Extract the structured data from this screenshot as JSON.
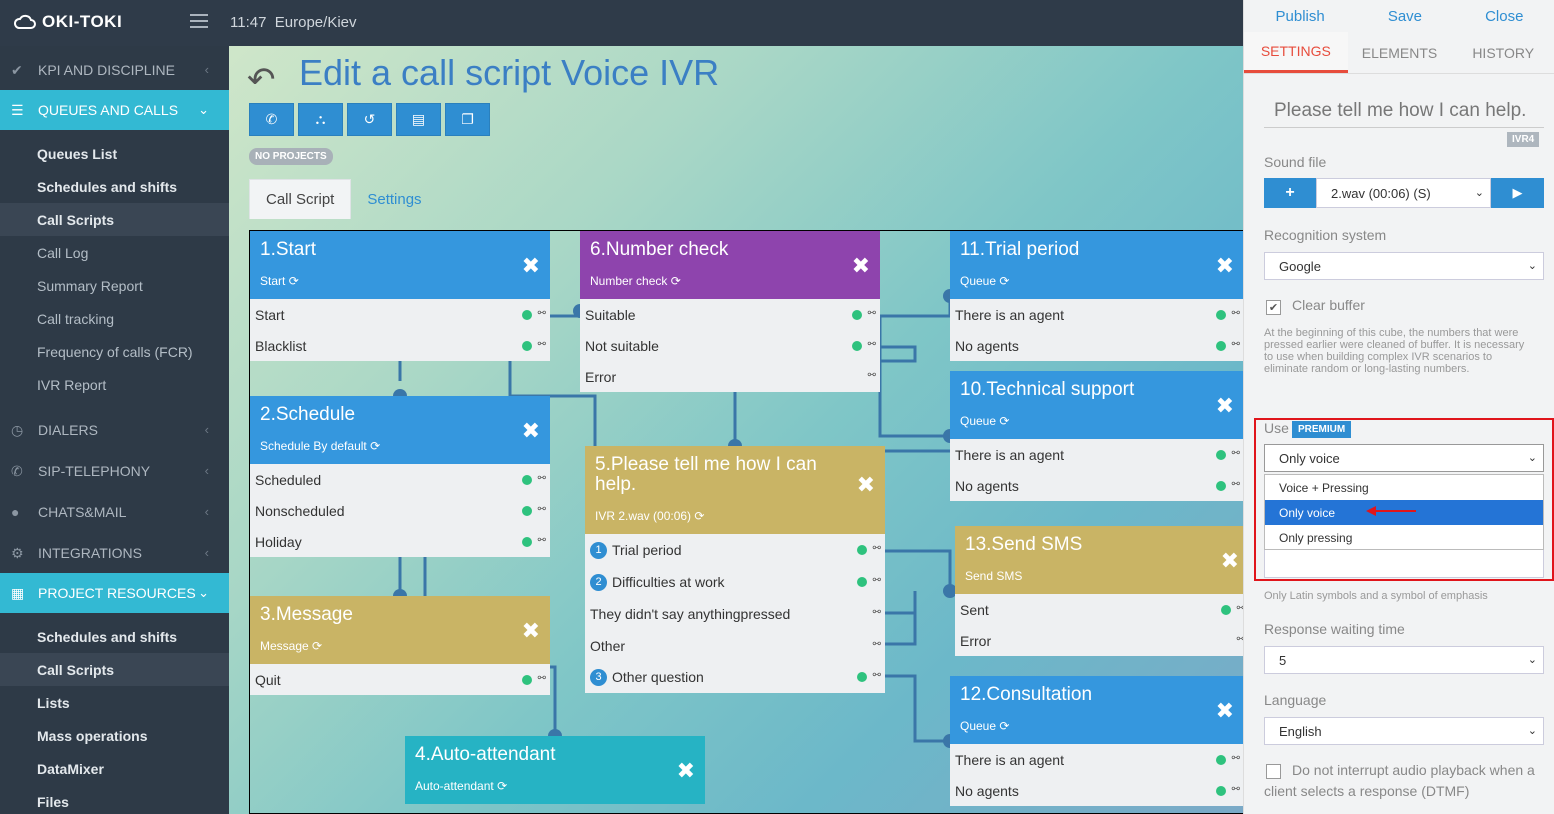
{
  "topbar": {
    "logo": "OKI-TOKI",
    "time": "11:47",
    "timezone": "Europe/Kiev"
  },
  "sidebar": {
    "sections": [
      {
        "label": "KPI AND DISCIPLINE",
        "icon": "check-icon"
      },
      {
        "label": "QUEUES AND CALLS",
        "icon": "list-icon"
      },
      {
        "label": "DIALERS",
        "icon": "clock-icon"
      },
      {
        "label": "SIP-TELEPHONY",
        "icon": "phone-icon"
      },
      {
        "label": "CHATS&MAIL",
        "icon": "chat-icon"
      },
      {
        "label": "INTEGRATIONS",
        "icon": "gears-icon"
      },
      {
        "label": "PROJECT RESOURCES",
        "icon": "grid-icon"
      }
    ],
    "queues_items": [
      "Queues List",
      "Schedules and shifts",
      "Call Scripts",
      "Call Log",
      "Summary Report",
      "Call tracking",
      "Frequency of calls (FCR)",
      "IVR Report"
    ],
    "resources_items": [
      "Schedules and shifts",
      "Call Scripts",
      "Lists",
      "Mass operations",
      "DataMixer",
      "Files"
    ]
  },
  "page": {
    "title": "Edit a call script Voice IVR",
    "no_projects": "NO PROJECTS",
    "tabs": [
      "Call Script",
      "Settings"
    ],
    "tool_icons": [
      "phone-icon",
      "network-icon",
      "history-icon",
      "document-icon",
      "copy-icon"
    ]
  },
  "cards": {
    "c1": {
      "title": "1.Start",
      "sub": "Start",
      "rows": [
        "Start",
        "Blacklist"
      ]
    },
    "c2": {
      "title": "2.Schedule",
      "sub": "Schedule By default",
      "rows": [
        "Scheduled",
        "Nonscheduled",
        "Holiday"
      ]
    },
    "c3": {
      "title": "3.Message",
      "sub": "Message",
      "rows": [
        "Quit"
      ]
    },
    "c4": {
      "title": "4.Auto-attendant",
      "sub": "Auto-attendant"
    },
    "c5": {
      "title": "5.Please tell me how I can help.",
      "sub": "IVR 2.wav (00:06)",
      "rows": [
        "Trial period",
        "Difficulties at work",
        "They didn't say anythingpressed",
        "Other",
        "Other question"
      ],
      "nums": [
        "1",
        "2",
        "3"
      ]
    },
    "c6": {
      "title": "6.Number check",
      "sub": "Number check",
      "rows": [
        "Suitable",
        "Not suitable",
        "Error"
      ]
    },
    "c11": {
      "title": "11.Trial period",
      "sub": "Queue",
      "rows": [
        "There is an agent",
        "No agents"
      ]
    },
    "c10": {
      "title": "10.Technical support",
      "sub": "Queue",
      "rows": [
        "There is an agent",
        "No agents"
      ]
    },
    "c13": {
      "title": "13.Send SMS",
      "sub": "Send SMS",
      "rows": [
        "Sent",
        "Error"
      ]
    },
    "c12": {
      "title": "12.Consultation",
      "sub": "Queue",
      "rows": [
        "There is an agent",
        "No agents"
      ]
    }
  },
  "panel": {
    "actions": [
      "Publish",
      "Save",
      "Close"
    ],
    "tabs": [
      "SETTINGS",
      "ELEMENTS",
      "HISTORY"
    ],
    "prompt": "Please tell me how I can help.",
    "ivr_tag": "IVR4",
    "sound_file_label": "Sound file",
    "sound_file_value": "2.wav (00:06) (S)",
    "recognition_label": "Recognition system",
    "recognition_value": "Google",
    "clear_buffer_label": "Clear buffer",
    "clear_buffer_note": "At the beginning of this cube, the numbers that were pressed earlier were cleaned of buffer. It is necessary to use when building complex IVR scenarios to eliminate random or long-lasting numbers.",
    "use_label": "Use",
    "premium": "PREMIUM",
    "use_value": "Only voice",
    "use_options": [
      "Voice + Pressing",
      "Only voice",
      "Only pressing"
    ],
    "latin_note": "Only Latin symbols and a symbol of emphasis",
    "response_label": "Response waiting time",
    "response_value": "5",
    "language_label": "Language",
    "language_value": "English",
    "interrupt_label": "Do not interrupt audio playback when a client selects a response (DTMF)"
  },
  "colors": {
    "accent": "#33b9d3",
    "brand_blue": "#3597de",
    "purple": "#8e44ad",
    "olive": "#c9b465",
    "teal": "#26b3c4",
    "highlight": "#e0151b"
  }
}
